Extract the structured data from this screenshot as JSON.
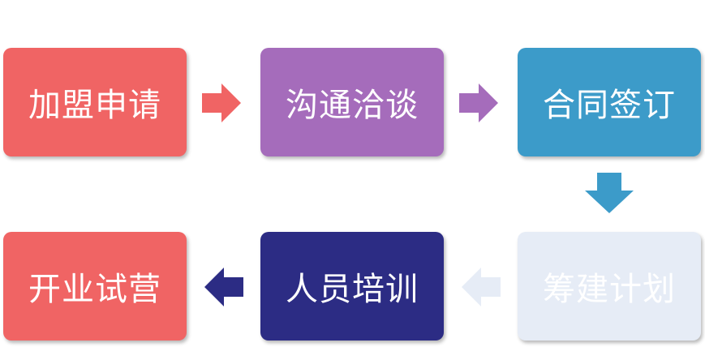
{
  "steps": [
    {
      "label": "加盟申请",
      "color": "#f06464"
    },
    {
      "label": "沟通洽谈",
      "color": "#a56cbb"
    },
    {
      "label": "合同签订",
      "color": "#3c9bc9"
    },
    {
      "label": "筹建计划",
      "color": "#e6ecf6"
    },
    {
      "label": "人员培训",
      "color": "#2c2c84"
    },
    {
      "label": "开业试营",
      "color": "#f06464"
    }
  ],
  "arrows": [
    {
      "direction": "right",
      "color": "#f06464"
    },
    {
      "direction": "right",
      "color": "#a56cbb"
    },
    {
      "direction": "down",
      "color": "#3c9bc9"
    },
    {
      "direction": "left",
      "color": "#e6ecf6"
    },
    {
      "direction": "left",
      "color": "#2c2c84"
    }
  ]
}
